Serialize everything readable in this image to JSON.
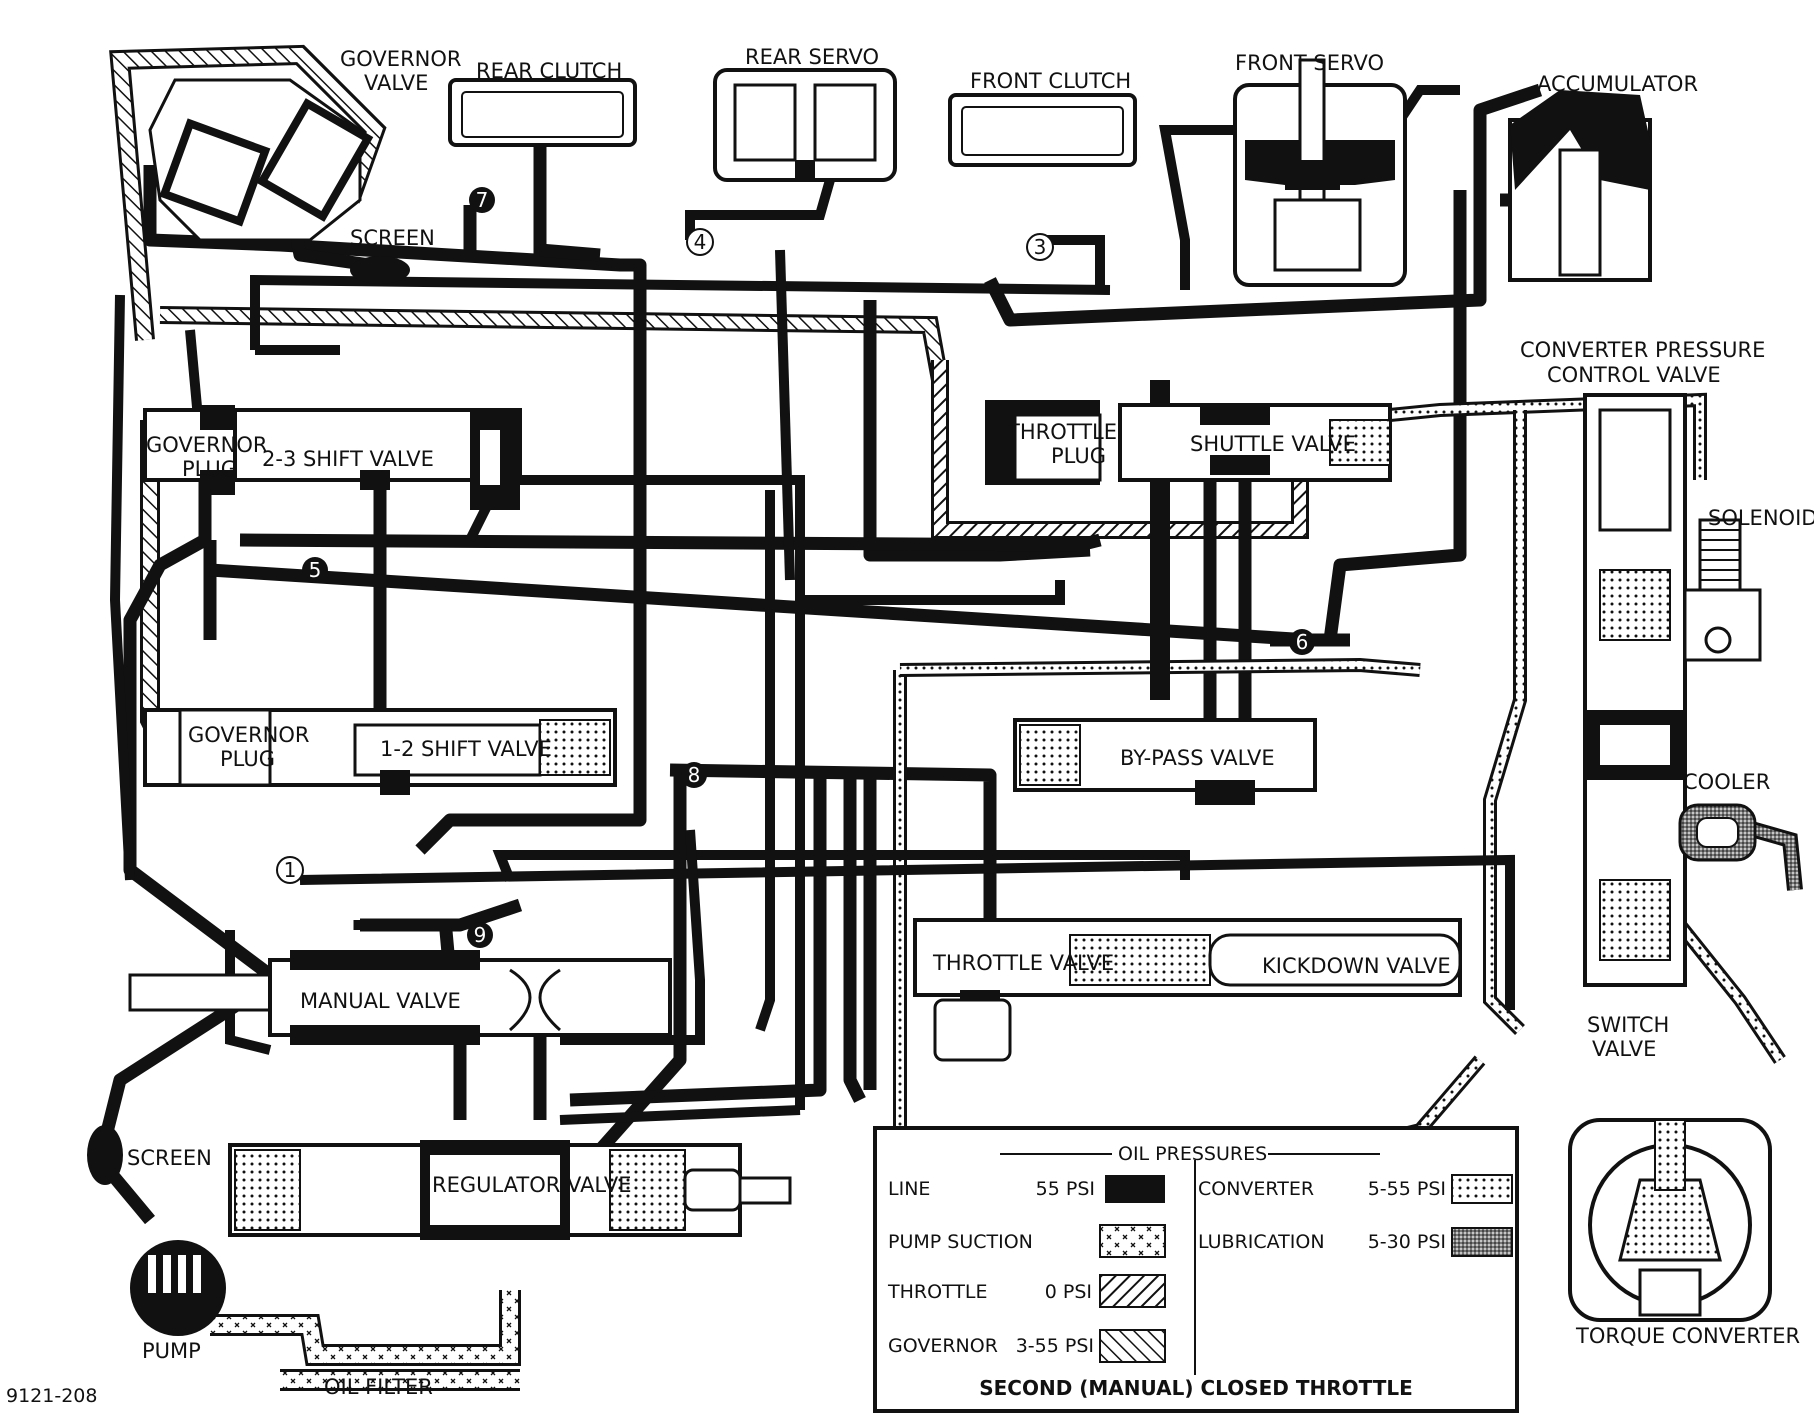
{
  "labels": {
    "governor_valve": [
      "GOVERNOR",
      "VALVE"
    ],
    "rear_clutch": "REAR CLUTCH",
    "rear_servo": "REAR SERVO",
    "front_clutch": "FRONT CLUTCH",
    "front_servo": "FRONT SERVO",
    "accumulator": "ACCUMULATOR",
    "screen_top": "SCREEN",
    "converter_pressure_control_valve": [
      "CONVERTER PRESSURE",
      "CONTROL VALVE"
    ],
    "solenoid": "SOLENOID",
    "governor_plug_upper": [
      "GOVERNOR",
      "PLUG"
    ],
    "shift_valve_23": "2-3 SHIFT VALVE",
    "throttle_plug": [
      "THROTTLE",
      "PLUG"
    ],
    "shuttle_valve": "SHUTTLE VALVE",
    "governor_plug_lower": [
      "GOVERNOR",
      "PLUG"
    ],
    "shift_valve_12": "1-2 SHIFT VALVE",
    "bypass_valve": "BY-PASS VALVE",
    "cooler": "COOLER",
    "throttle_valve": "THROTTLE VALVE",
    "kickdown_valve": "KICKDOWN VALVE",
    "manual_valve": "MANUAL VALVE",
    "switch_valve": [
      "SWITCH",
      "VALVE"
    ],
    "screen_bottom": "SCREEN",
    "regulator_valve": "REGULATOR VALVE",
    "pump": "PUMP",
    "oil_filter": "OIL FILTER",
    "torque_converter": "TORQUE CONVERTER",
    "figure_id": "9121-208"
  },
  "check_balls": [
    "1",
    "3",
    "4",
    "5",
    "6",
    "7",
    "8",
    "9"
  ],
  "legend": {
    "title": "OIL PRESSURES",
    "items": [
      {
        "name": "LINE",
        "value": "55 PSI",
        "pattern": "solid"
      },
      {
        "name": "PUMP SUCTION",
        "value": "",
        "pattern": "cross"
      },
      {
        "name": "THROTTLE",
        "value": "0 PSI",
        "pattern": "hatch-right"
      },
      {
        "name": "GOVERNOR",
        "value": "3-55 PSI",
        "pattern": "hatch-left"
      },
      {
        "name": "CONVERTER",
        "value": "5-55 PSI",
        "pattern": "dots"
      },
      {
        "name": "LUBRICATION",
        "value": "5-30 PSI",
        "pattern": "stipple"
      }
    ],
    "caption": "SECOND (MANUAL) CLOSED THROTTLE"
  },
  "colors": {
    "ink": "#111111",
    "paper": "#ffffff"
  }
}
